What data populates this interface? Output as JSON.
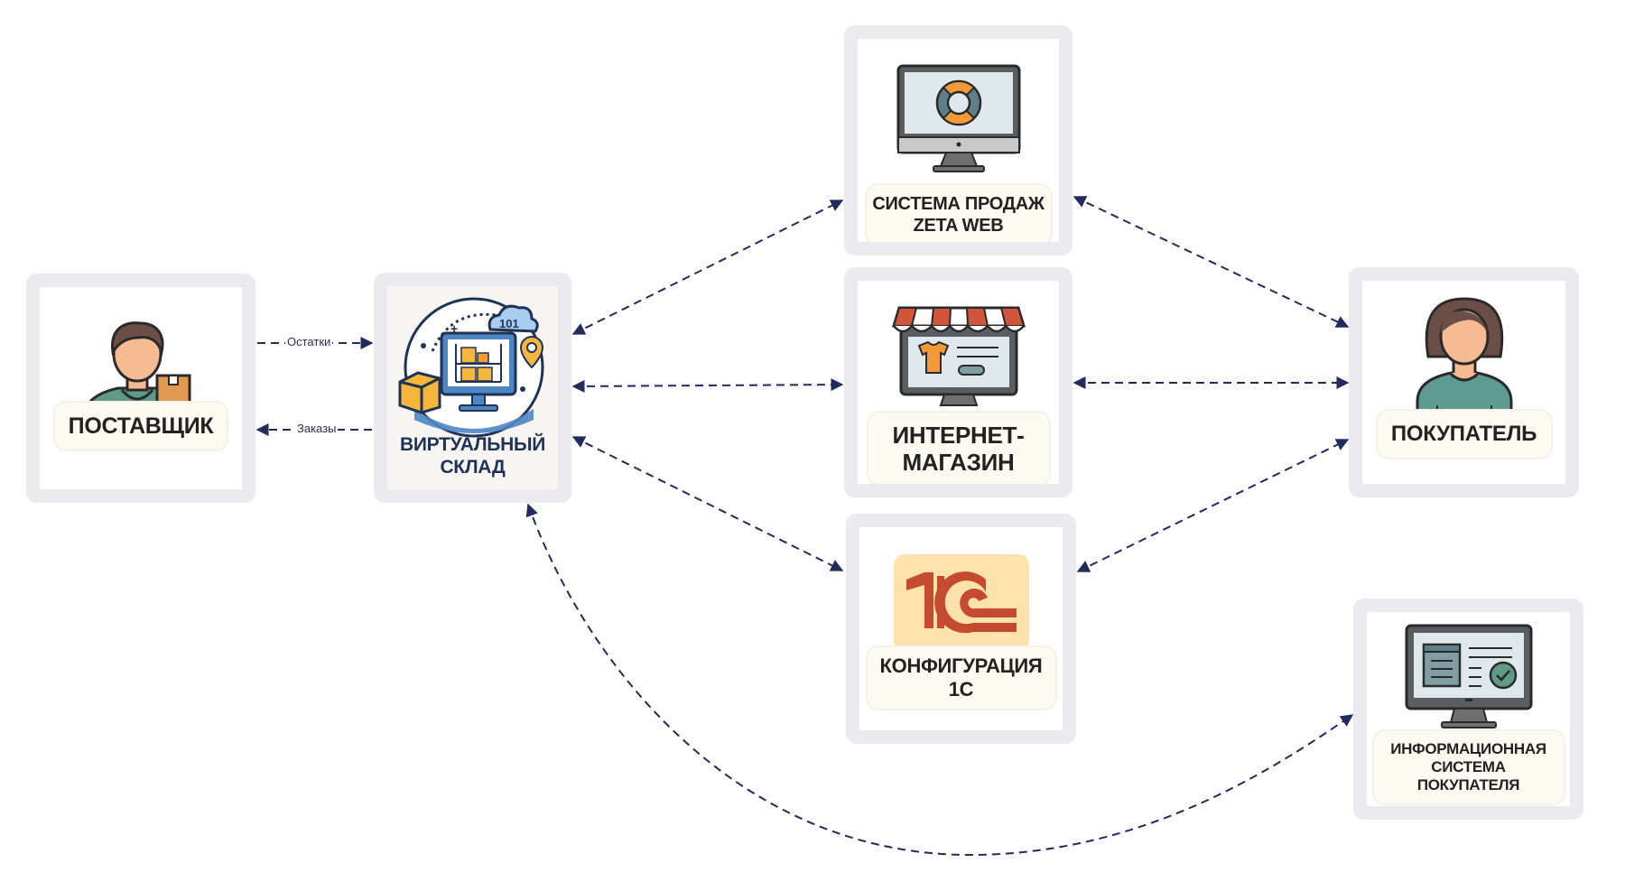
{
  "diagram": {
    "nodes": {
      "supplier": {
        "label_lines": [
          "ПОСТАВЩИК"
        ],
        "icon": "person-with-boxes-icon"
      },
      "warehouse": {
        "label_lines": [
          "ВИРТУАЛЬНЫЙ",
          "СКЛАД"
        ],
        "icon": "virtual-warehouse-icon",
        "cloud_text": "101"
      },
      "zeta": {
        "label_lines": [
          "СИСТЕМА ПРОДАЖ",
          "ZETA WEB"
        ],
        "icon": "monitor-lifebuoy-icon"
      },
      "shop": {
        "label_lines": [
          "ИНТЕРНЕТ-",
          "МАГАЗИН"
        ],
        "icon": "online-store-icon"
      },
      "onec": {
        "label_lines": [
          "КОНФИГУРАЦИЯ",
          "1С"
        ],
        "icon": "1c-logo-icon"
      },
      "buyer": {
        "label_lines": [
          "ПОКУПАТЕЛЬ"
        ],
        "icon": "woman-avatar-icon"
      },
      "buyer_is": {
        "label_lines": [
          "ИНФОРМАЦИОННАЯ",
          "СИСТЕМА",
          "ПОКУПАТЕЛЯ"
        ],
        "icon": "monitor-checklist-icon"
      }
    },
    "edges": [
      {
        "from": "supplier",
        "to": "warehouse",
        "label": "Остатки",
        "direction": "forward"
      },
      {
        "from": "warehouse",
        "to": "supplier",
        "label": "Заказы",
        "direction": "forward"
      },
      {
        "from": "warehouse",
        "to": "zeta",
        "label": "",
        "direction": "both"
      },
      {
        "from": "warehouse",
        "to": "shop",
        "label": "",
        "direction": "both"
      },
      {
        "from": "warehouse",
        "to": "onec",
        "label": "",
        "direction": "both"
      },
      {
        "from": "zeta",
        "to": "buyer",
        "label": "",
        "direction": "both"
      },
      {
        "from": "shop",
        "to": "buyer",
        "label": "",
        "direction": "both"
      },
      {
        "from": "onec",
        "to": "buyer",
        "label": "",
        "direction": "both"
      },
      {
        "from": "warehouse",
        "to": "buyer_is",
        "label": "",
        "direction": "both"
      }
    ],
    "colors": {
      "edge": "#232a5c",
      "frame": "#ebeaee",
      "label_bg": "#fcfaf1",
      "warehouse_text": "#1f3354",
      "accent_orange": "#f29a38",
      "onec_red": "#c44a30"
    }
  }
}
